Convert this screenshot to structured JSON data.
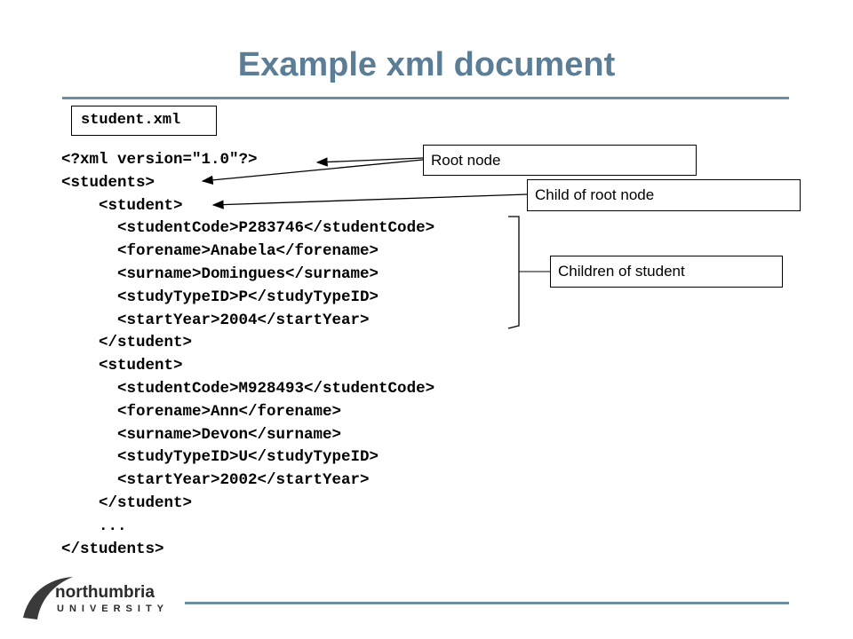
{
  "slide": {
    "title": "Example xml document",
    "filename": "student.xml"
  },
  "code_lines": [
    "<?xml version=\"1.0\"?>",
    "<students>",
    "    <student>",
    "      <studentCode>P283746</studentCode>",
    "      <forename>Anabela</forename>",
    "      <surname>Domingues</surname>",
    "      <studyTypeID>P</studyTypeID>",
    "      <startYear>2004</startYear>",
    "    </student>",
    "    <student>",
    "      <studentCode>M928493</studentCode>",
    "      <forename>Ann</forename>",
    "      <surname>Devon</surname>",
    "      <studyTypeID>U</studyTypeID>",
    "      <startYear>2002</startYear>",
    "    </student>",
    "    ...",
    "</students>"
  ],
  "callouts": {
    "root": "Root node",
    "child": "Child of root node",
    "children": "Children of student"
  },
  "logo": {
    "name": "northumbria",
    "subtitle": "UNIVERSITY"
  },
  "colors": {
    "title": "#5b7d96",
    "rule": "#6d8da3"
  }
}
